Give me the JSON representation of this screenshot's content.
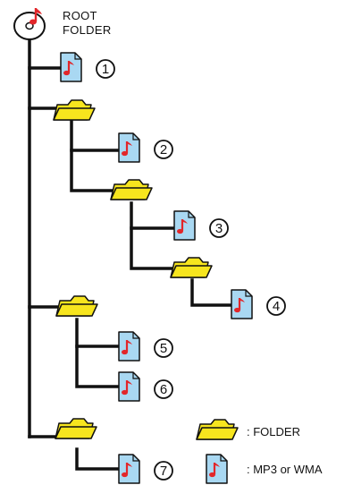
{
  "root": {
    "line1": "ROOT",
    "line2": "FOLDER"
  },
  "tree": {
    "files": [
      {
        "num": "1"
      },
      {
        "num": "2"
      },
      {
        "num": "3"
      },
      {
        "num": "4"
      },
      {
        "num": "5"
      },
      {
        "num": "6"
      },
      {
        "num": "7"
      }
    ]
  },
  "legend": {
    "folder_text": ":  FOLDER",
    "file_text": ":  MP3 or WMA"
  },
  "colors": {
    "folder_fill": "#f7e51e",
    "file_fill": "#a9d8f2",
    "note": "#e2262a",
    "line": "#111111"
  }
}
